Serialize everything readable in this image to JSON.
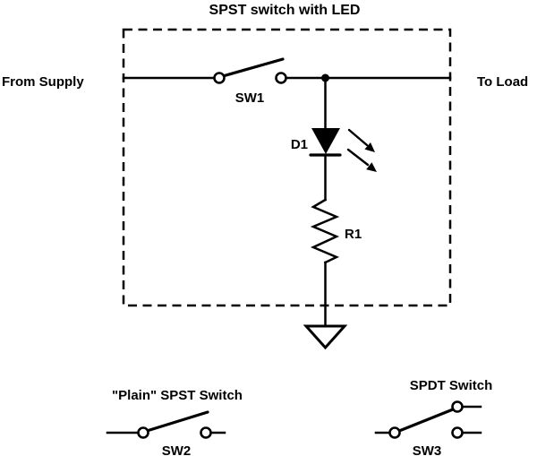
{
  "diagram": {
    "title": "SPST switch with LED",
    "left_label": "From Supply",
    "right_label": "To Load",
    "components": {
      "sw1": "SW1",
      "d1": "D1",
      "r1": "R1"
    }
  },
  "secondary": {
    "plain_spst": {
      "title": "\"Plain\" SPST Switch",
      "label": "SW2"
    },
    "spdt": {
      "title": "SPDT Switch",
      "label": "SW3"
    }
  },
  "colors": {
    "line": "#000000",
    "background": "#ffffff"
  }
}
